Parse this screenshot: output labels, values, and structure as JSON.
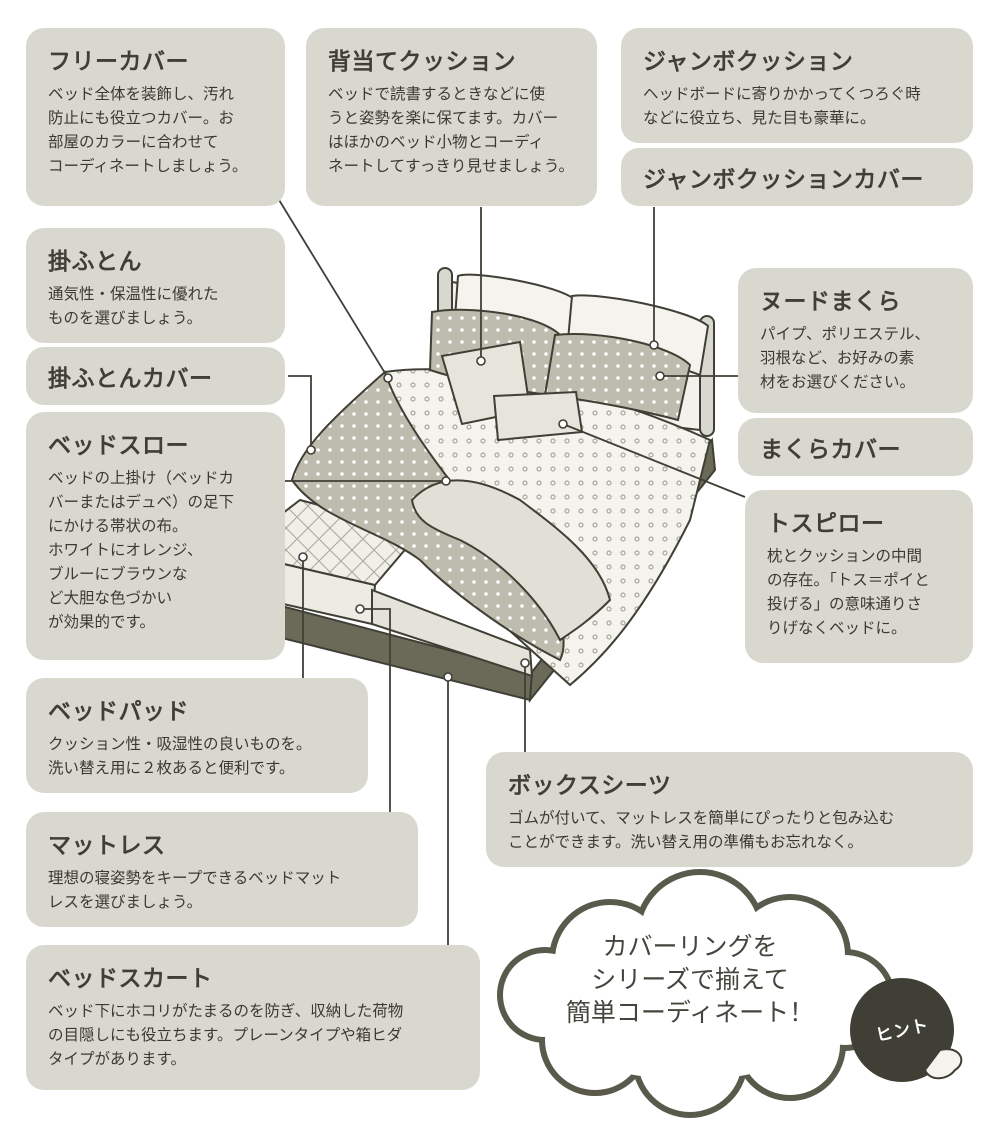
{
  "labels": {
    "free_cover": {
      "title": "フリーカバー",
      "desc": "ベッド全体を装飾し、汚れ\n防止にも役立つカバー。お\n部屋のカラーに合わせて\nコーディネートしましょう。"
    },
    "back_cushion": {
      "title": "背当てクッション",
      "desc": "ベッドで読書するときなどに使\nうと姿勢を楽に保てます。カバー\nはほかのベッド小物とコーディ\nネートしてすっきり見せましょう。"
    },
    "jumbo_cushion": {
      "title": "ジャンボクッション",
      "desc": "ヘッドボードに寄りかかってくつろぐ時\nなどに役立ち、見た目も豪華に。"
    },
    "jumbo_cushion_cover": {
      "title": "ジャンボクッションカバー"
    },
    "comforter": {
      "title": "掛ふとん",
      "desc": "通気性・保温性に優れた\nものを選びましょう。"
    },
    "comforter_cover": {
      "title": "掛ふとんカバー"
    },
    "nude_pillow": {
      "title": "ヌードまくら",
      "desc": "パイプ、ポリエステル、\n羽根など、お好みの素\n材をお選びください。"
    },
    "pillow_cover": {
      "title": "まくらカバー"
    },
    "bed_throw": {
      "title": "ベッドスロー",
      "desc": "ベッドの上掛け（ベッドカ\nバーまたはデュベ）の足下\nにかける帯状の布。\nホワイトにオレンジ、\nブルーにブラウンな\nど大胆な色づかい\nが効果的です。"
    },
    "toss_pillow": {
      "title": "トスピロー",
      "desc": "枕とクッションの中間\nの存在。「トス＝ポイと\n投げる」の意味通りさ\nりげなくベッドに。"
    },
    "bed_pad": {
      "title": "ベッドパッド",
      "desc": "クッション性・吸湿性の良いものを。\n洗い替え用に２枚あると便利です。"
    },
    "box_sheets": {
      "title": "ボックスシーツ",
      "desc": "ゴムが付いて、マットレスを簡単にぴったりと包み込む\nことができます。洗い替え用の準備もお忘れなく。"
    },
    "mattress": {
      "title": "マットレス",
      "desc": "理想の寝姿勢をキープできるベッドマット\nレスを選びましょう。"
    },
    "bed_skirt": {
      "title": "ベッドスカート",
      "desc": "ベッド下にホコリがたまるのを防ぎ、収納した荷物\nの目隠しにも役立ちます。プレーンタイプや箱ヒダ\nタイプがあります。"
    }
  },
  "cloud": {
    "text": "カバーリングを\nシリーズで揃えて\n簡単コーディネート！"
  },
  "mascot": {
    "text": "ヒント"
  },
  "colors": {
    "box": "#d9d8cf",
    "line": "#3f3f35",
    "accent": "#4a4a3e"
  }
}
